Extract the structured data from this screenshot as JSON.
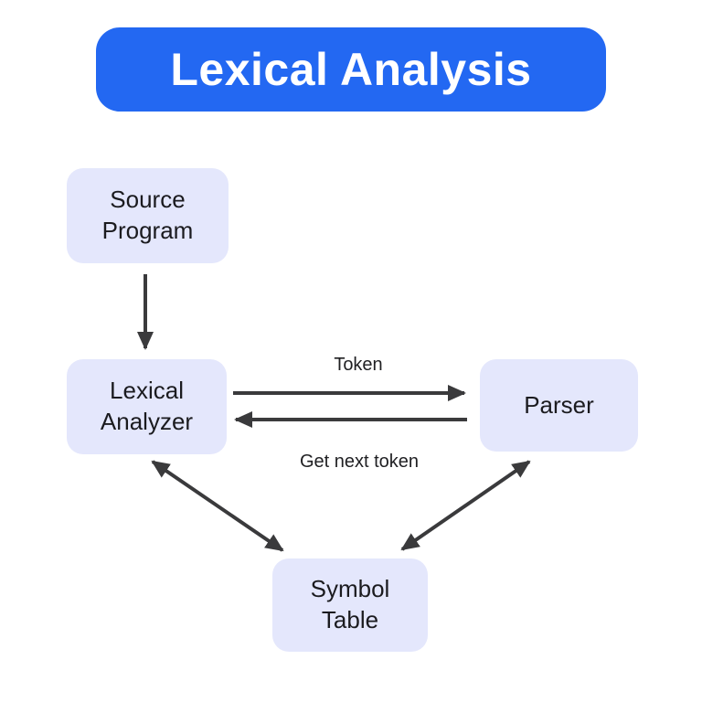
{
  "title": {
    "text": "Lexical Analysis"
  },
  "colors": {
    "banner_bg": "#2368F2",
    "banner_text": "#FFFFFF",
    "node_bg": "#E4E7FC",
    "node_text": "#1B1B1F",
    "arrow": "#3A3A3C",
    "background": "#FFFFFF",
    "label_text": "#1F1F22"
  },
  "nodes": [
    {
      "id": "source-program",
      "label": "Source Program"
    },
    {
      "id": "lexical-analyzer",
      "label": "Lexical Analyzer"
    },
    {
      "id": "parser",
      "label": "Parser"
    },
    {
      "id": "symbol-table",
      "label": "Symbol Table"
    }
  ],
  "edges": [
    {
      "from": "source-program",
      "to": "lexical-analyzer",
      "direction": "one-way",
      "label": ""
    },
    {
      "from": "lexical-analyzer",
      "to": "parser",
      "direction": "one-way",
      "label": "Token"
    },
    {
      "from": "parser",
      "to": "lexical-analyzer",
      "direction": "one-way",
      "label": "Get next token"
    },
    {
      "from": "lexical-analyzer",
      "to": "symbol-table",
      "direction": "two-way",
      "label": ""
    },
    {
      "from": "parser",
      "to": "symbol-table",
      "direction": "two-way",
      "label": ""
    }
  ]
}
